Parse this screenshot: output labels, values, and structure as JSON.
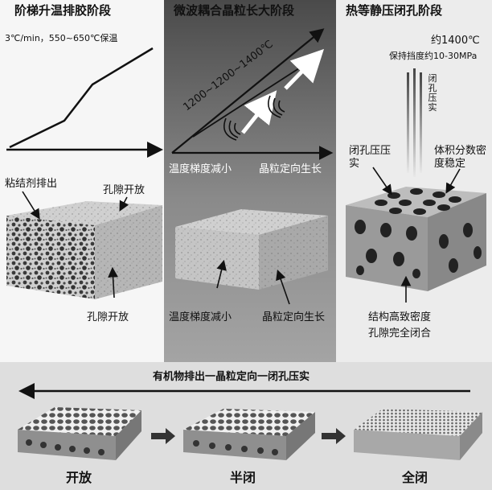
{
  "stage1": {
    "title": "阶梯升温排胶阶段",
    "condition": "3℃/min，550~650℃保温",
    "label_binder": "粘结剂排出",
    "label_pore_open_top": "孔隙开放",
    "label_pore_open_bottom": "孔隙开放"
  },
  "stage2": {
    "title": "微波耦合晶粒长大阶段",
    "temperature_ramp": "1200~1200~1400℃",
    "label_gradient_axis": "温度梯度减小",
    "label_grain_axis": "晶粒定向生长",
    "label_gradient_bottom": "温度梯度减小",
    "label_grain_bottom": "晶粒定向生长"
  },
  "stage3": {
    "title": "热等静压闭孔阶段",
    "temperature": "约1400℃",
    "pressure": "保持挡度约10-30MPa",
    "vertical_label": "闭孔压实",
    "label_pore_press": "闭孔压压实",
    "label_volume_fraction": "体积分数密度稳定",
    "result_line1": "结构高致密度",
    "result_line2": "孔隙完全闭合"
  },
  "bottom": {
    "process_title": "有机物排出一晶粒定向一闭孔压实",
    "state_open": "开放",
    "state_half": "半闭",
    "state_full": "全闭"
  }
}
